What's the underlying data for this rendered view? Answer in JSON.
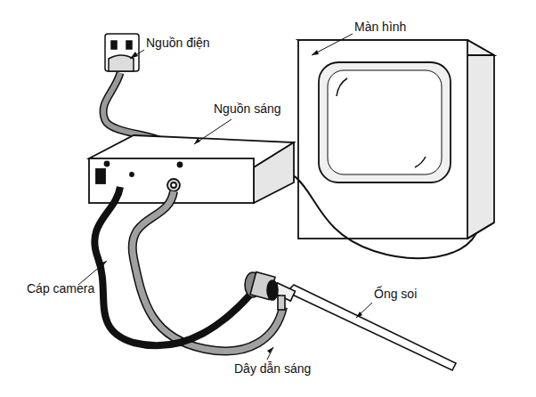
{
  "diagram": {
    "labels": [
      "Nguồn điện",
      "Màn hình",
      "Nguồn sáng",
      "Cáp camera",
      "Ống soi",
      "Dây dẫn sáng"
    ]
  }
}
